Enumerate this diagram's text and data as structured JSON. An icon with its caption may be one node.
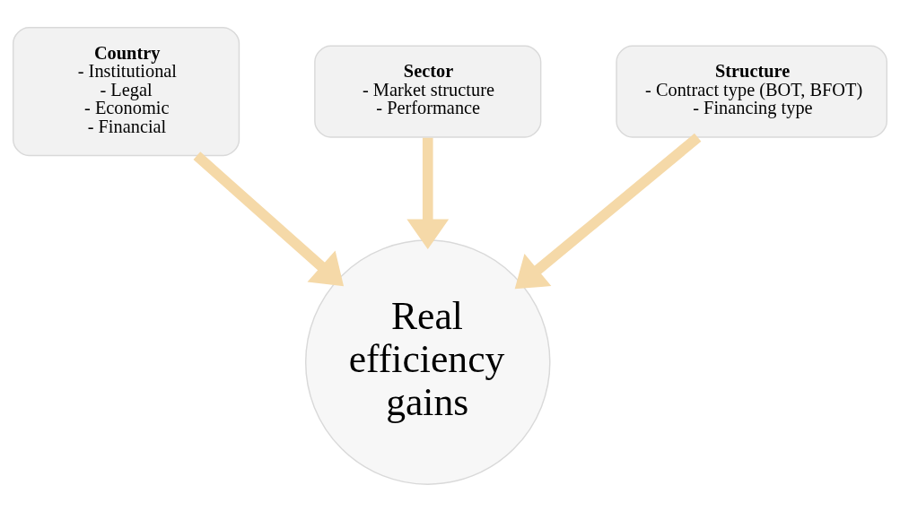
{
  "diagram": {
    "nodes": [
      {
        "text": [
          "Country",
          "- Institutional",
          "- Legal",
          "- Economic",
          "- Financial"
        ]
      },
      {
        "text": [
          "Sector",
          "- Market structure",
          "- Performance"
        ]
      },
      {
        "text": [
          "Structure",
          "- Contract type (BOT, BFOT)",
          "- Financing type"
        ]
      },
      {
        "text": [
          "Real efficiency gains"
        ]
      }
    ],
    "edges": [
      {
        "from": 0,
        "to": 3,
        "arrow": "to"
      },
      {
        "from": 1,
        "to": 3,
        "arrow": "to"
      },
      {
        "from": 2,
        "to": 3,
        "arrow": "to"
      }
    ]
  }
}
